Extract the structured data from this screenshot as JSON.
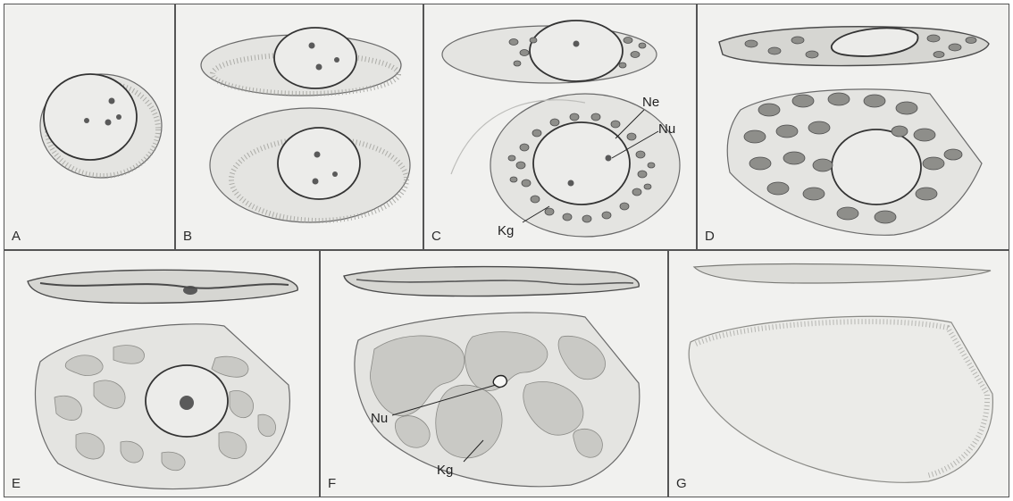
{
  "panels": [
    {
      "id": "A",
      "label": "A"
    },
    {
      "id": "B",
      "label": "B"
    },
    {
      "id": "C",
      "label": "C",
      "annotations": [
        "Ne",
        "Nu",
        "Kg"
      ]
    },
    {
      "id": "D",
      "label": "D"
    },
    {
      "id": "E",
      "label": "E"
    },
    {
      "id": "F",
      "label": "F",
      "annotations": [
        "Nu",
        "Kg"
      ]
    },
    {
      "id": "G",
      "label": "G"
    }
  ]
}
